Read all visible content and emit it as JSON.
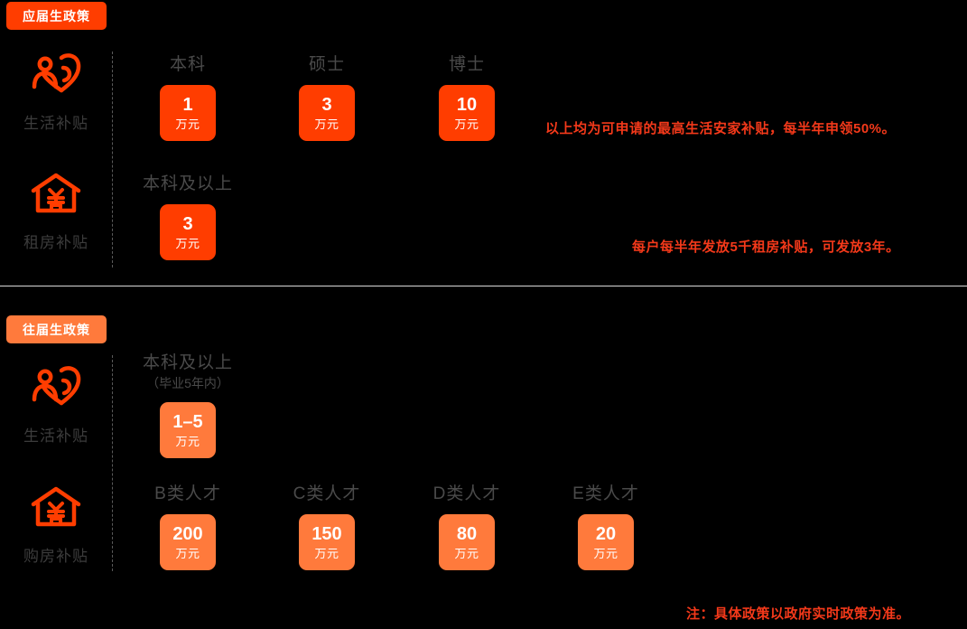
{
  "theme": {
    "background": "#000000",
    "accent_hot": "#FF3D00",
    "accent_soft": "#FF7A3C",
    "note_color": "#F4391A",
    "label_gray": "#4a4a4a",
    "divider": "#d8d8d8"
  },
  "sections": [
    {
      "badge": "应届生政策",
      "rows": [
        {
          "icon": "family-heart-icon",
          "label": "生活补贴",
          "groups": [
            {
              "category": "本科",
              "sub": "",
              "amount": "1",
              "unit": "万元"
            },
            {
              "category": "硕士",
              "sub": "",
              "amount": "3",
              "unit": "万元"
            },
            {
              "category": "博士",
              "sub": "",
              "amount": "10",
              "unit": "万元"
            }
          ],
          "note": "以上均为可申请的最高生活安家补贴，每半年申领50%。"
        },
        {
          "icon": "house-yuan-icon",
          "label": "租房补贴",
          "groups": [
            {
              "category": "本科及以上",
              "sub": "",
              "amount": "3",
              "unit": "万元"
            }
          ],
          "note": "每户每半年发放5千租房补贴，可发放3年。"
        }
      ]
    },
    {
      "badge": "往届生政策",
      "rows": [
        {
          "icon": "family-heart-icon",
          "label": "生活补贴",
          "groups": [
            {
              "category": "本科及以上",
              "sub": "（毕业5年内）",
              "amount": "1–5",
              "unit": "万元"
            }
          ],
          "note": ""
        },
        {
          "icon": "house-yuan-icon",
          "label": "购房补贴",
          "groups": [
            {
              "category": "B类人才",
              "sub": "",
              "amount": "200",
              "unit": "万元"
            },
            {
              "category": "C类人才",
              "sub": "",
              "amount": "150",
              "unit": "万元"
            },
            {
              "category": "D类人才",
              "sub": "",
              "amount": "80",
              "unit": "万元"
            },
            {
              "category": "E类人才",
              "sub": "",
              "amount": "20",
              "unit": "万元"
            }
          ],
          "note": ""
        }
      ]
    }
  ],
  "footer_note": "注：具体政策以政府实时政策为准。"
}
